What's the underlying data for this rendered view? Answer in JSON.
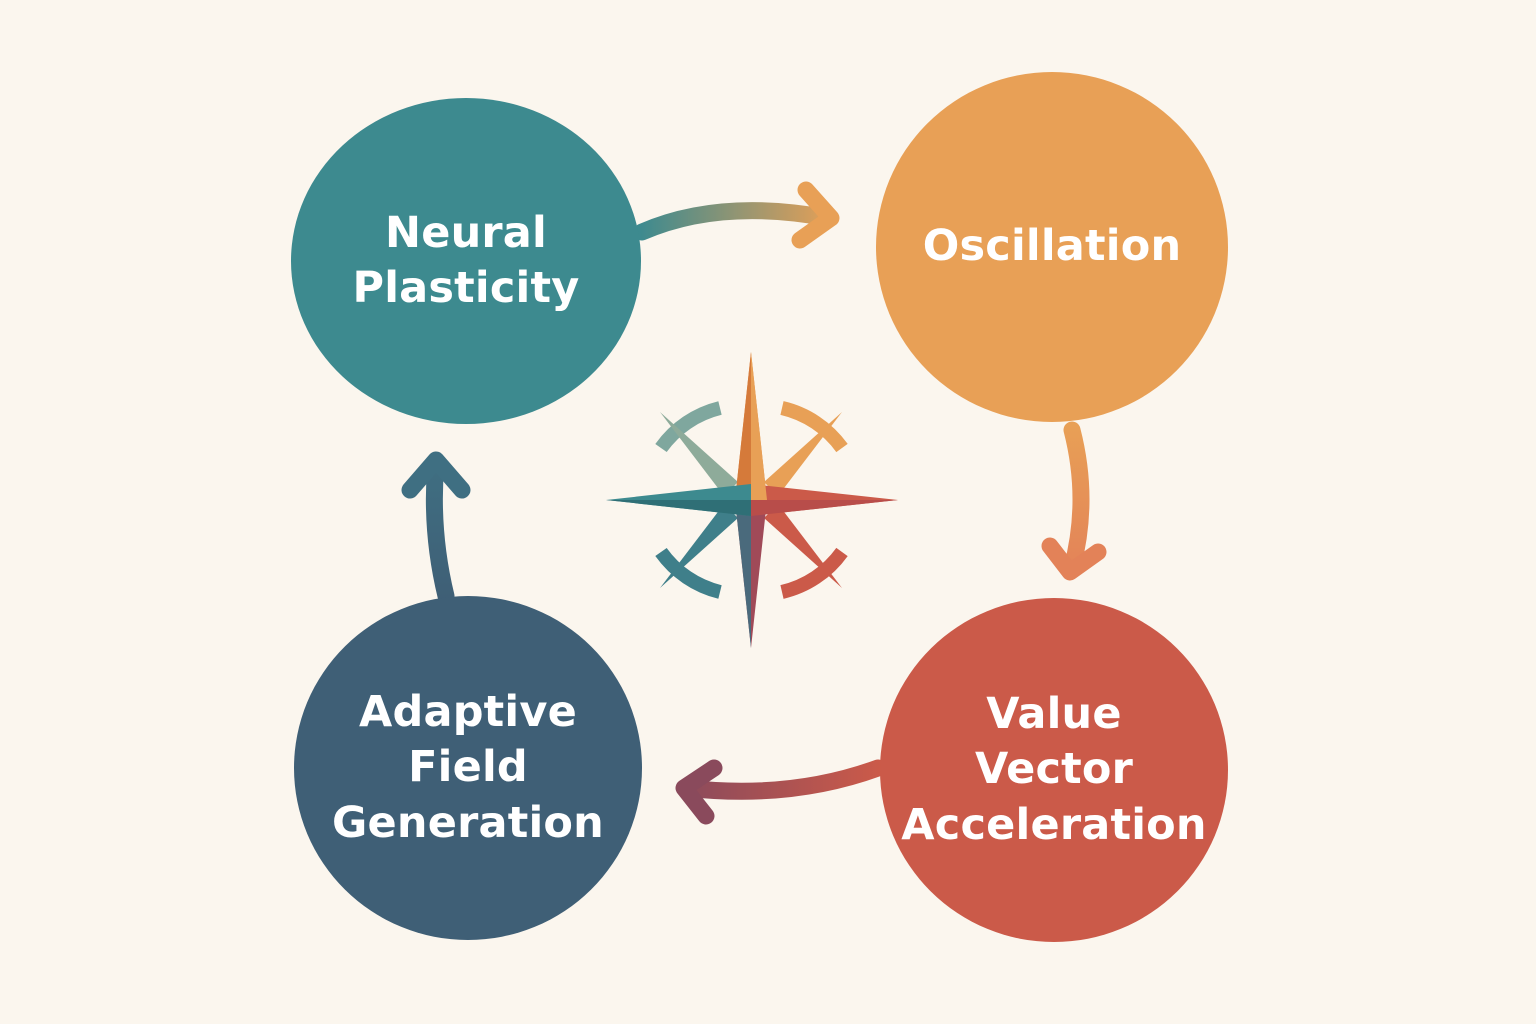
{
  "diagram": {
    "nodes": [
      {
        "id": "neural",
        "label": "Neural\nPlasticity",
        "color": "#3d8a8f"
      },
      {
        "id": "oscillation",
        "label": "Oscillation",
        "color": "#e8a056"
      },
      {
        "id": "value",
        "label": "Value\nVector\nAcceleration",
        "color": "#cb5a49"
      },
      {
        "id": "adaptive",
        "label": "Adaptive\nField\nGeneration",
        "color": "#3f5f76"
      }
    ],
    "edges": [
      {
        "from": "neural",
        "to": "oscillation"
      },
      {
        "from": "oscillation",
        "to": "value"
      },
      {
        "from": "value",
        "to": "adaptive"
      },
      {
        "from": "adaptive",
        "to": "neural"
      }
    ],
    "center_icon": "compass-rose-icon",
    "colors": {
      "background": "#fbf6ee",
      "teal": "#3d8a8f",
      "orange": "#e8a056",
      "red": "#cb5a49",
      "navy": "#3f5f76",
      "plum": "#8a4a5c"
    }
  }
}
